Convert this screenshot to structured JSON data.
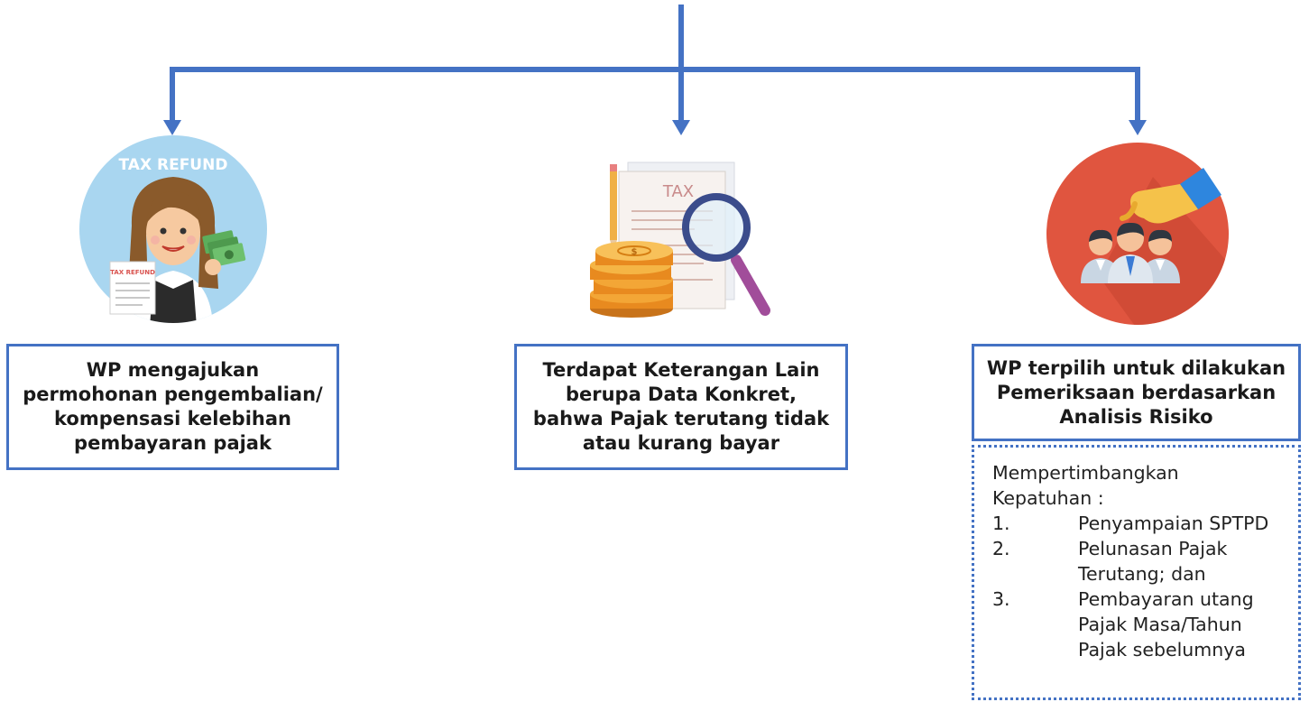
{
  "colors": {
    "connector": "#4472c4",
    "box_border": "#4472c4"
  },
  "branches": [
    {
      "icon": "tax-refund-woman-illustration",
      "badge": "TAX REFUND",
      "doc_label": "TAX REFUND",
      "label": "WP mengajukan permohonan pengembalian/ kompensasi kelebihan pembayaran pajak"
    },
    {
      "icon": "tax-document-magnifier-coins-illustration",
      "doc_label": "TAX",
      "coin_symbol": "$",
      "label": "Terdapat Keterangan Lain berupa Data Konkret, bahwa Pajak terutang tidak atau kurang bayar"
    },
    {
      "icon": "hand-selecting-person-illustration",
      "label": "WP terpilih untuk dilakukan Pemeriksaan berdasarkan Analisis Risiko"
    }
  ],
  "note": {
    "heading": "Mempertimbangkan Kepatuhan :",
    "items": [
      {
        "num": "1.",
        "text": "Penyampaian SPTPD"
      },
      {
        "num": "2.",
        "text": "Pelunasan Pajak Terutang; dan"
      },
      {
        "num": "3.",
        "text": "Pembayaran utang Pajak Masa/Tahun Pajak sebelumnya"
      }
    ]
  }
}
